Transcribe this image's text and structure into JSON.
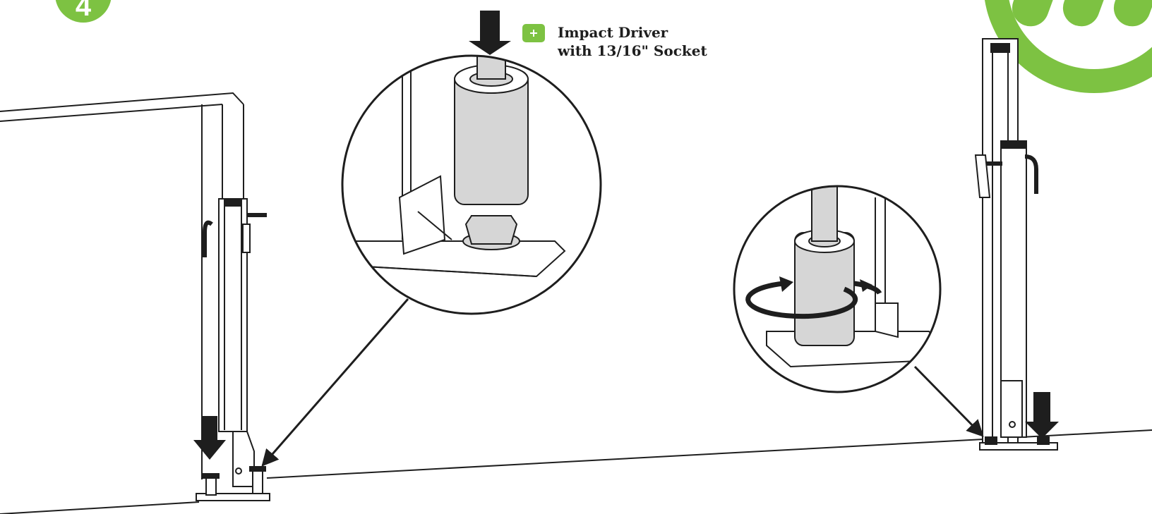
{
  "step": {
    "number": "4"
  },
  "tool_callout": {
    "icon": "plus-icon",
    "line1": "Impact Driver",
    "line2": "with 13/16\" Socket"
  },
  "colors": {
    "brand_green": "#7dc242",
    "ink": "#1e1e1e",
    "steel": "#d6d6d6"
  }
}
